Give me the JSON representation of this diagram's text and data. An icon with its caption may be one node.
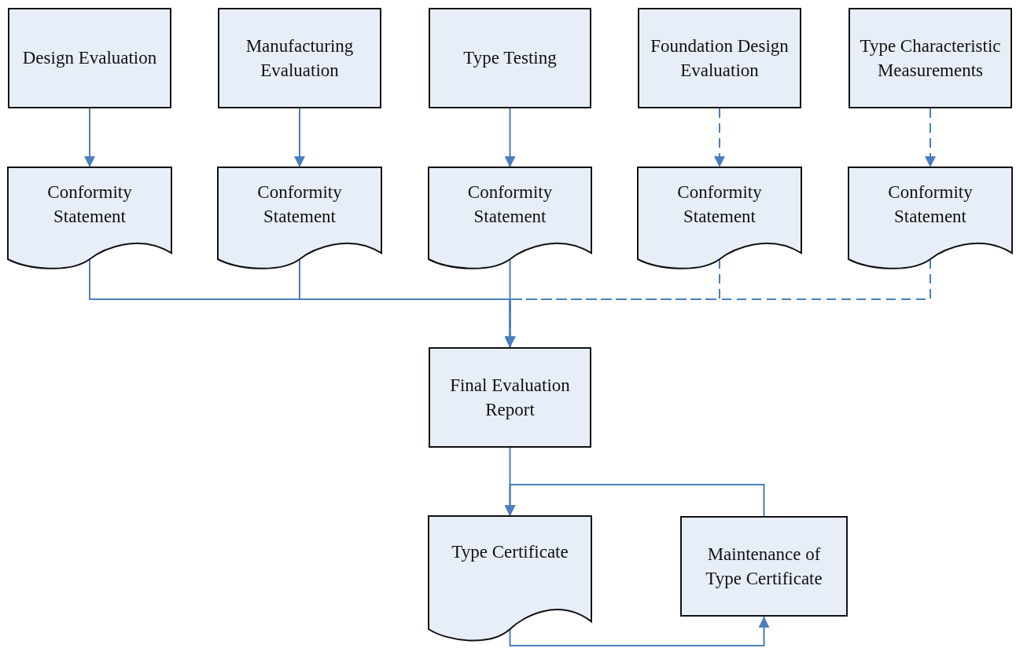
{
  "diagram": {
    "nodes": [
      {
        "text": [
          "Design Evaluation"
        ]
      },
      {
        "text": [
          "Manufacturing Evaluation"
        ]
      },
      {
        "text": [
          "Type Testing"
        ]
      },
      {
        "text": [
          "Foundation Design Evaluation"
        ]
      },
      {
        "text": [
          "Type Characteristic Measurements"
        ]
      },
      {
        "text": [
          "Conformity Statement"
        ]
      },
      {
        "text": [
          "Conformity Statement"
        ]
      },
      {
        "text": [
          "Conformity Statement"
        ]
      },
      {
        "text": [
          "Conformity Statement"
        ]
      },
      {
        "text": [
          "Conformity Statement"
        ]
      },
      {
        "text": [
          "Final Evaluation Report"
        ]
      },
      {
        "text": [
          "Type Certificate"
        ]
      },
      {
        "text": [
          "Maintenance of Type Certificate"
        ]
      }
    ],
    "edges": [
      {
        "from": 0,
        "to": 5,
        "arrow": "to"
      },
      {
        "from": 1,
        "to": 6,
        "arrow": "to"
      },
      {
        "from": 2,
        "to": 7,
        "arrow": "to"
      },
      {
        "from": 3,
        "to": 8,
        "arrow": "to",
        "style": "dashed"
      },
      {
        "from": 4,
        "to": 9,
        "arrow": "to",
        "style": "dashed"
      },
      {
        "from": 5,
        "to": 10,
        "arrow": "to"
      },
      {
        "from": 6,
        "to": 10,
        "arrow": "to"
      },
      {
        "from": 7,
        "to": 10,
        "arrow": "to"
      },
      {
        "from": 8,
        "to": 10,
        "arrow": "to",
        "style": "dashed"
      },
      {
        "from": 9,
        "to": 10,
        "arrow": "to",
        "style": "dashed"
      },
      {
        "from": 10,
        "to": 11,
        "arrow": "to"
      },
      {
        "from": 12,
        "to": 11,
        "arrow": "to"
      },
      {
        "from": 11,
        "to": 12,
        "arrow": "to"
      }
    ]
  }
}
